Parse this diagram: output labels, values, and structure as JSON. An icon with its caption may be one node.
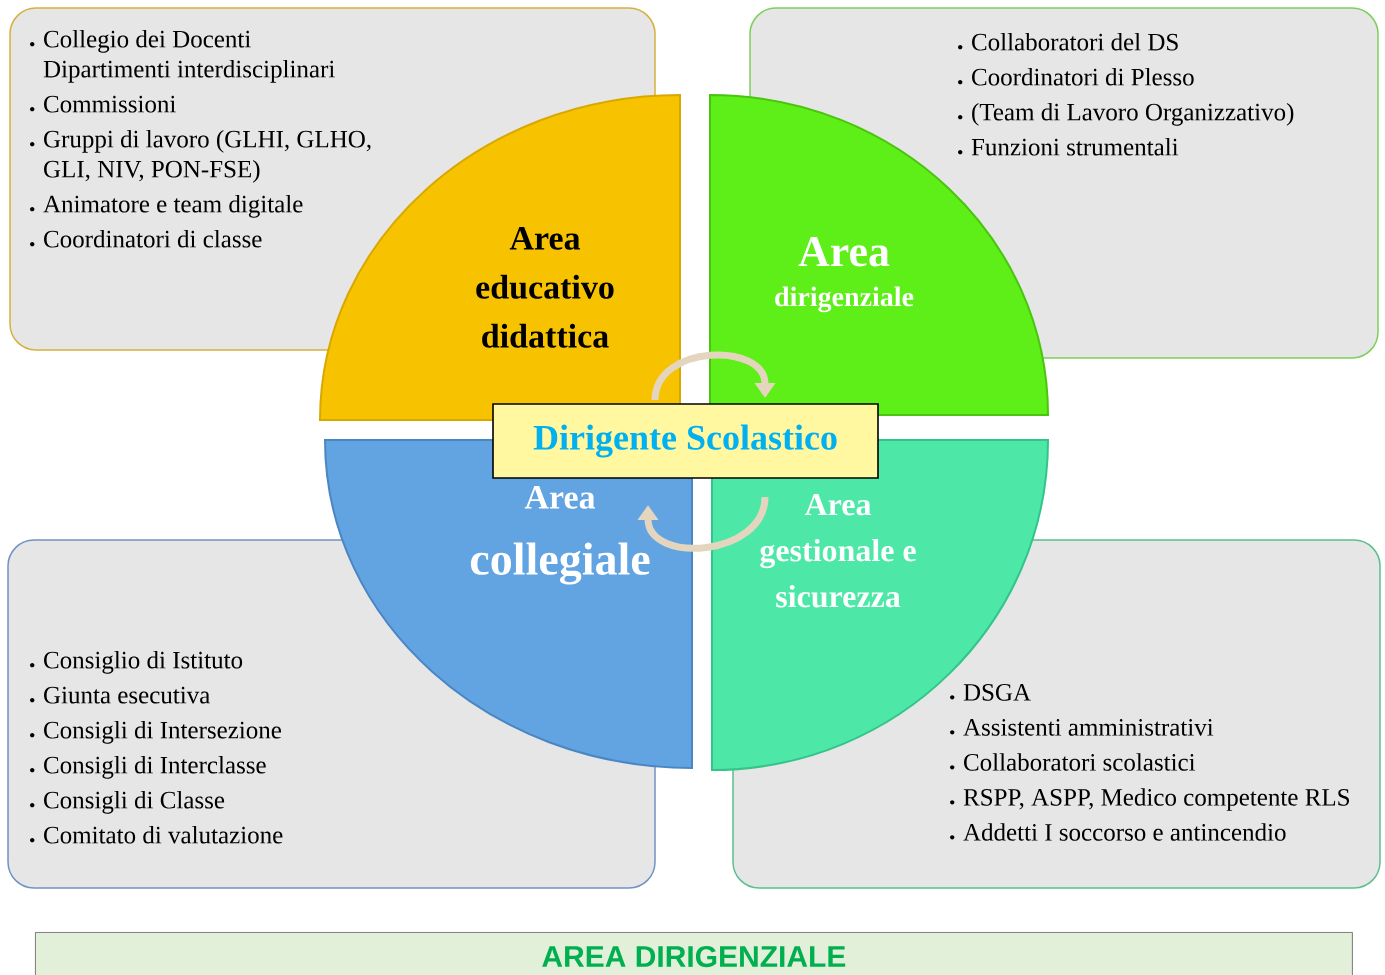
{
  "diagram": {
    "nodes": [
      {
        "text": [
          "Collegio dei Docenti Dipartimenti interdisciplinari",
          "Commissioni",
          "Gruppi di lavoro (GLHI, GLHO, GLI, NIV, PON-FSE)",
          "Animatore e team digitale",
          "Coordinatori di classe"
        ]
      },
      {
        "text": [
          "Collaboratori del DS",
          "Coordinatori di Plesso",
          "(Team di Lavoro Organizzativo)",
          "Funzioni strumentali"
        ]
      },
      {
        "text": [
          "Area educativo didattica"
        ]
      },
      {
        "text": [
          "Area",
          "dirigenziale"
        ]
      },
      {
        "text": [
          "Dirigente Scolastico"
        ]
      },
      {
        "text": [
          "Area",
          "collegiale"
        ]
      },
      {
        "text": [
          "Area gestionale e sicurezza"
        ]
      },
      {
        "text": [
          "Consiglio di Istituto",
          "Giunta esecutiva",
          "Consigli di Intersezione",
          "Consigli di Interclasse",
          "Consigli di Classe",
          "Comitato di valutazione"
        ]
      },
      {
        "text": [
          "DSGA",
          "Assistenti amministrativi",
          "Collaboratori scolastici",
          "RSPP, ASPP, Medico competente RLS",
          "Addetti I soccorso e antincendio"
        ]
      },
      {
        "text": [
          "AREA DIRIGENZIALE"
        ]
      }
    ],
    "edges": [
      {
        "from": 2,
        "to": 3,
        "arrow": "to"
      },
      {
        "from": 6,
        "to": 5,
        "arrow": "to"
      }
    ]
  }
}
